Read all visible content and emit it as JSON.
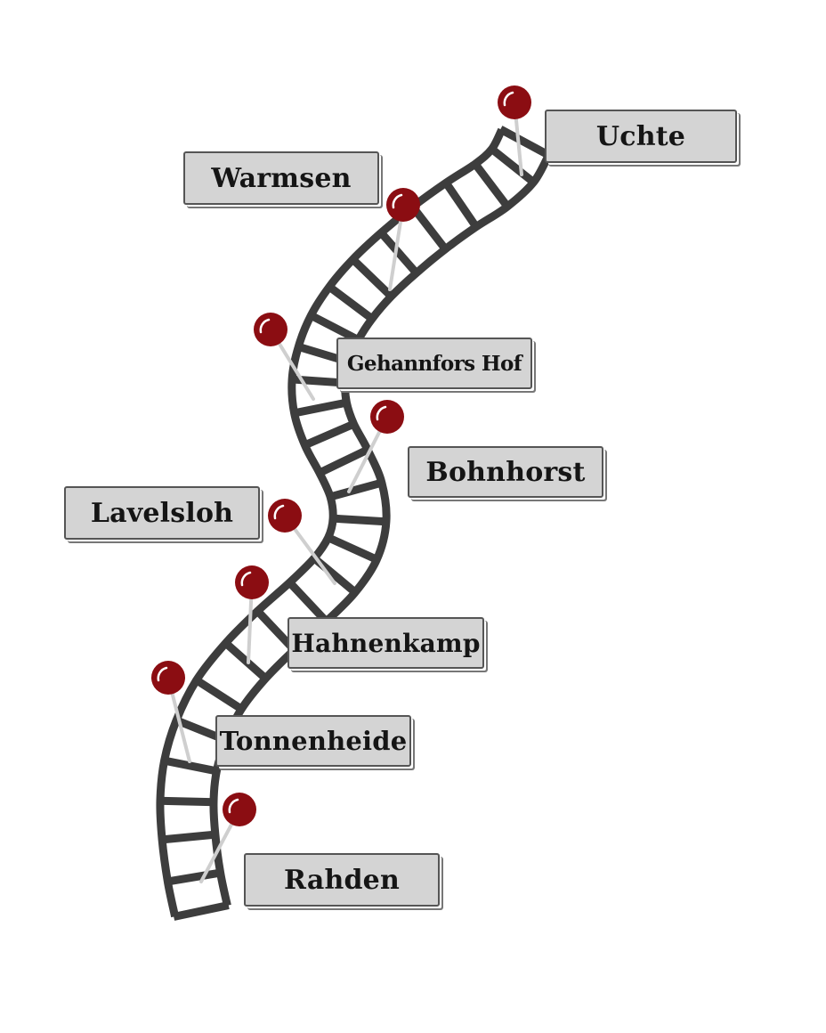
{
  "map": {
    "stations": [
      {
        "id": "uchte",
        "name": "Uchte"
      },
      {
        "id": "warmsen",
        "name": "Warmsen"
      },
      {
        "id": "gehannfors-hof",
        "name": "Gehannfors Hof"
      },
      {
        "id": "bohnhorst",
        "name": "Bohnhorst"
      },
      {
        "id": "lavelsloh",
        "name": "Lavelsloh"
      },
      {
        "id": "hahnenkamp",
        "name": "Hahnenkamp"
      },
      {
        "id": "tonnenheide",
        "name": "Tonnenheide"
      },
      {
        "id": "rahden",
        "name": "Rahden"
      }
    ],
    "colors": {
      "rail": "#3d3d3d",
      "pin_head": "#8b0d12",
      "pin_highlight": "#ffffff",
      "pin_needle": "#cfcfcf",
      "label_fill": "#d4d4d4",
      "label_border": "#555555",
      "label_text": "#151515"
    },
    "icons": {
      "pin": "map-pin-icon",
      "track": "railway-track"
    }
  }
}
